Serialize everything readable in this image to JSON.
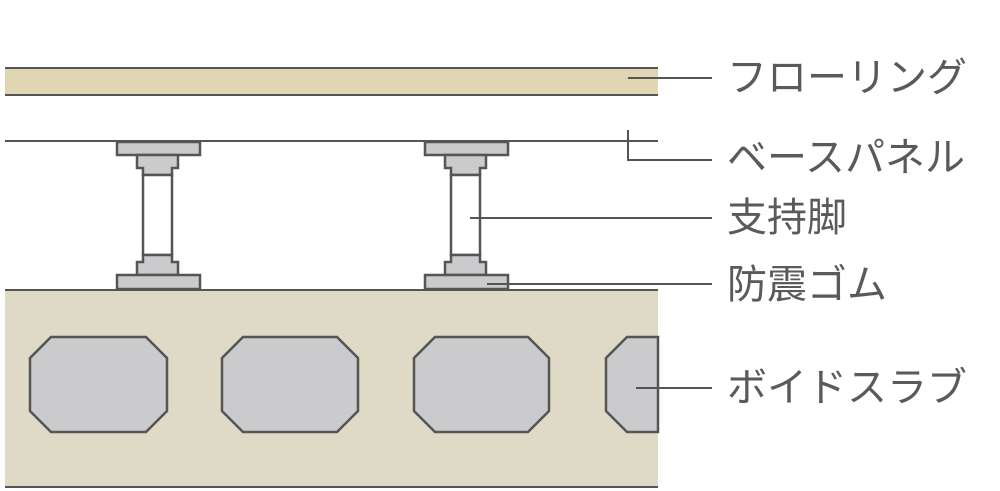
{
  "diagram": {
    "labels": {
      "flooring": "フローリング",
      "base_panel": "ベースパネル",
      "support_leg": "支持脚",
      "seismic_rubber": "防震ゴム",
      "void_slab": "ボイドスラブ"
    },
    "colors": {
      "flooring": "#e0d6b3",
      "slab": "#dedac6",
      "parts": "#cbcbcd",
      "outline": "#555555"
    }
  }
}
